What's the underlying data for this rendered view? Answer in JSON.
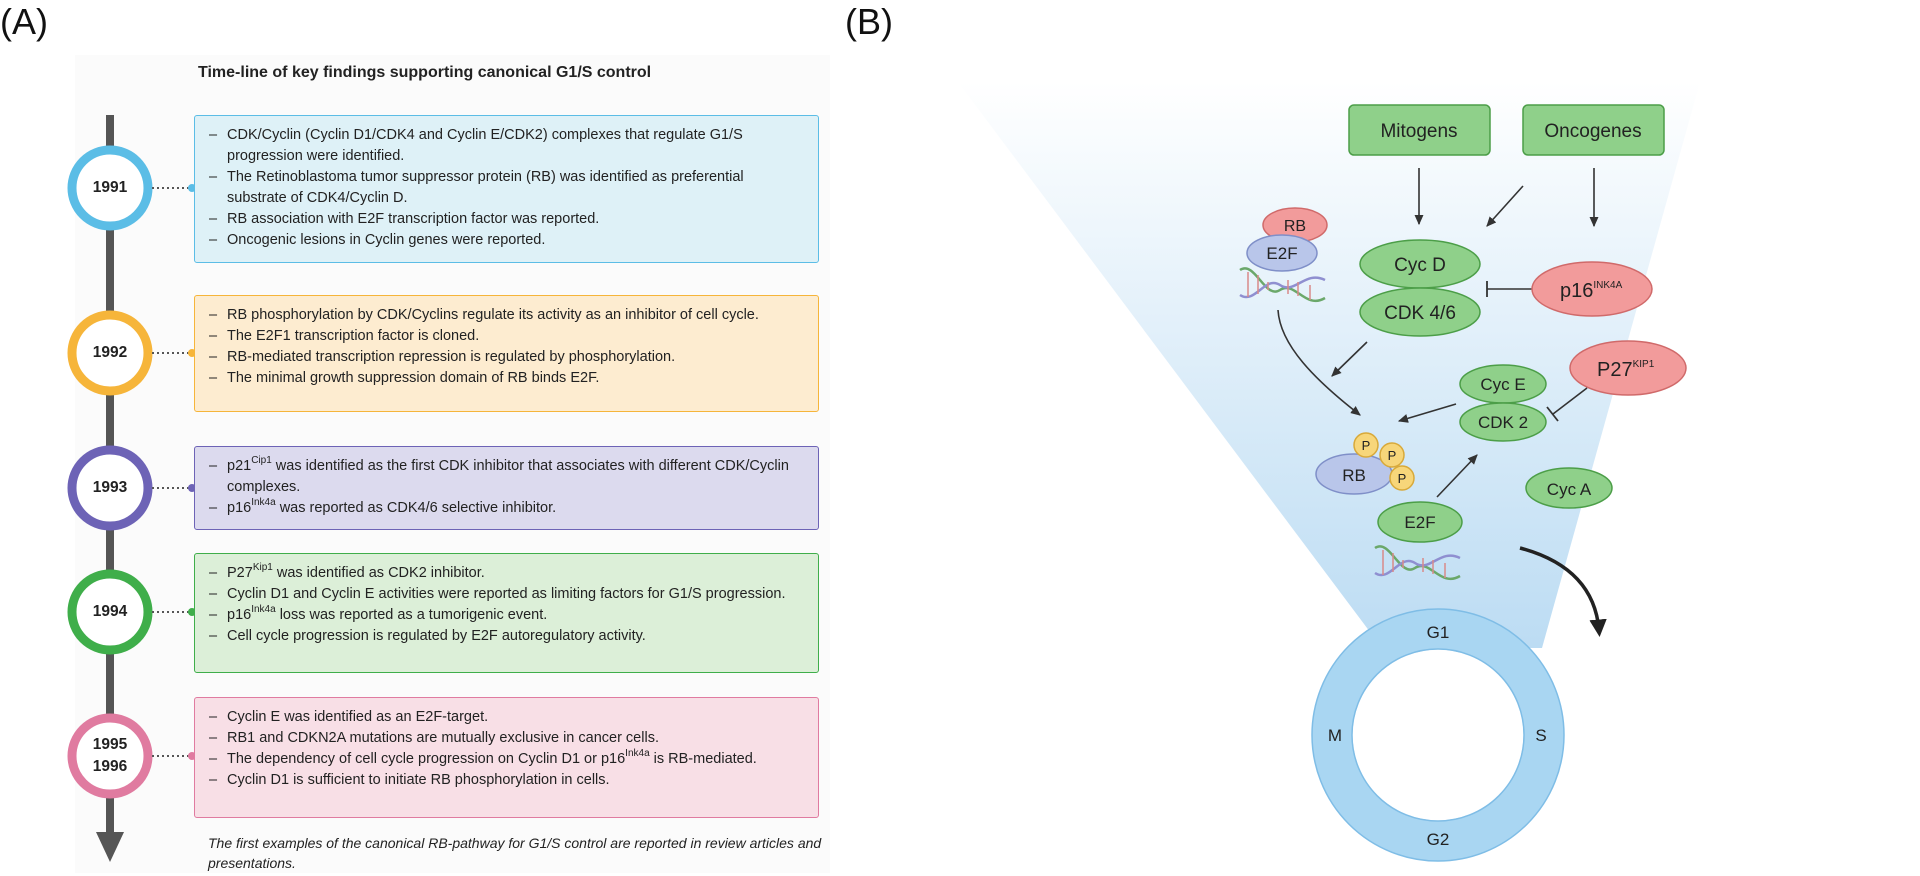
{
  "panel_labels": {
    "a": "(A)",
    "b": "(B)"
  },
  "timeline": {
    "title": "Time-line of key findings supporting canonical G1/S control",
    "entries": [
      {
        "year": "1991",
        "color": "#5bbde6",
        "fill": "#def1f7",
        "items": [
          [
            "CDK/Cyclin (Cyclin D1/CDK4 and Cyclin E/CDK2) complexes that regulate G1/S progression were identified."
          ],
          [
            "The Retinoblastoma tumor suppressor protein (RB) was identified as preferential substrate of CDK4/Cyclin D."
          ],
          [
            "RB association with E2F transcription factor was reported."
          ],
          [
            "Oncogenic lesions in Cyclin genes were reported."
          ]
        ]
      },
      {
        "year": "1992",
        "color": "#f6b53a",
        "fill": "#fdecd0",
        "items": [
          [
            "RB phosphorylation by CDK/Cyclins regulate its activity as an inhibitor of cell cycle."
          ],
          [
            "The E2F1 transcription factor is cloned."
          ],
          [
            "RB-mediated transcription repression is regulated by phosphorylation."
          ],
          [
            "The minimal growth suppression domain of RB binds E2F."
          ]
        ]
      },
      {
        "year": "1993",
        "color": "#6d63b6",
        "fill": "#dcdaee",
        "items": [
          [
            "p21",
            "Cip1",
            " was identified as the first CDK inhibitor that associates with different CDK/Cyclin complexes."
          ],
          [
            "p16",
            "Ink4a",
            " was reported as CDK4/6 selective inhibitor."
          ]
        ]
      },
      {
        "year": "1994",
        "color": "#3fae4a",
        "fill": "#dcefd8",
        "items": [
          [
            "P27",
            "Kip1",
            " was identified as CDK2 inhibitor."
          ],
          [
            "Cyclin D1 and Cyclin E activities were reported as limiting factors for G1/S progression."
          ],
          [
            "p16",
            "Ink4a",
            " loss was reported as a tumorigenic event."
          ],
          [
            "Cell cycle progression is regulated by E2F autoregulatory activity."
          ]
        ]
      },
      {
        "year": "1995\n1996",
        "color": "#e07ba0",
        "fill": "#f8dfe6",
        "items": [
          [
            "Cyclin E was identified as an E2F-target."
          ],
          [
            "RB1 and CDKN2A mutations are mutually exclusive in cancer cells."
          ],
          [
            "The dependency of cell cycle progression on Cyclin D1 or p16",
            "Ink4a",
            " is RB-mediated."
          ],
          [
            "Cyclin D1 is sufficient to initiate RB phosphorylation in cells."
          ]
        ]
      }
    ],
    "footnote": "The first examples of the canonical RB-pathway for G1/S control are reported in review articles and presentations."
  },
  "pathway": {
    "mitogens": "Mitogens",
    "oncogenes": "Oncogenes",
    "cyc_d": "Cyc D",
    "cdk46": "CDK 4/6",
    "p16": "p16",
    "p16_sup": "INK4A",
    "p27": "P27",
    "p27_sup": "KIP1",
    "cyc_e": "Cyc E",
    "cdk2": "CDK 2",
    "cyc_a": "Cyc A",
    "rb_top": "RB",
    "e2f_top": "E2F",
    "rb_p": "RB",
    "phospho": "P",
    "e2f_bottom": "E2F",
    "cycle": {
      "g1": "G1",
      "s": "S",
      "g2": "G2",
      "m": "M"
    },
    "colors": {
      "green_fill": "#8fd08a",
      "green_stroke": "#4c9e48",
      "red_fill": "#f29b9b",
      "red_stroke": "#d06a6a",
      "blue_fill": "#b9c6ea",
      "cycle_fill": "#a9d6f2",
      "funnel": "#cfe6f6",
      "phospho_fill": "#f7d67a"
    }
  }
}
